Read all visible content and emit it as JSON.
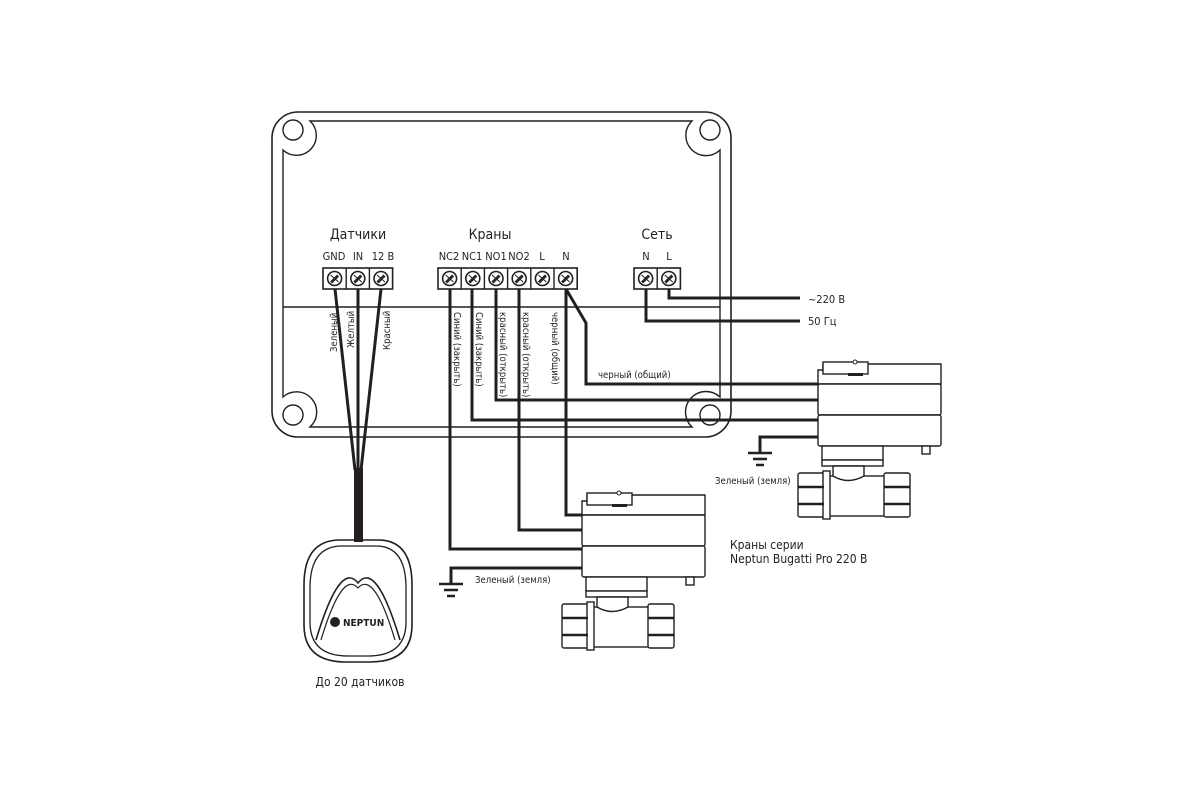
{
  "groups": {
    "sensors": {
      "title": "Датчики",
      "pins": [
        "GND",
        "IN",
        "12 В"
      ],
      "wires": [
        "Зеленый",
        "Желтый",
        "Красный"
      ]
    },
    "valves": {
      "title": "Краны",
      "pins": [
        "NC2",
        "NC1",
        "NO1",
        "NO2",
        "L",
        "N"
      ],
      "wires": [
        "Синий (закрыть)",
        "Синий (закрыть)",
        "красный (открыть)",
        "красный (открыть)",
        "черный (общий)"
      ]
    },
    "mains": {
      "title": "Сеть",
      "pins": [
        "N",
        "L"
      ],
      "supply": [
        "~220 В",
        "50 Гц"
      ]
    }
  },
  "labels": {
    "common_wire": "черный (общий)",
    "ground_upper": "Зеленый (земля)",
    "ground_lower": "Зеленый (земля)",
    "valve_series_line1": "Краны серии",
    "valve_series_line2": "Neptun Bugatti Pro 220 В",
    "sensor_caption": "До 20 датчиков",
    "sensor_logo": "NEPTUN"
  },
  "colors": {
    "line": "#231f20",
    "background": "#ffffff"
  }
}
